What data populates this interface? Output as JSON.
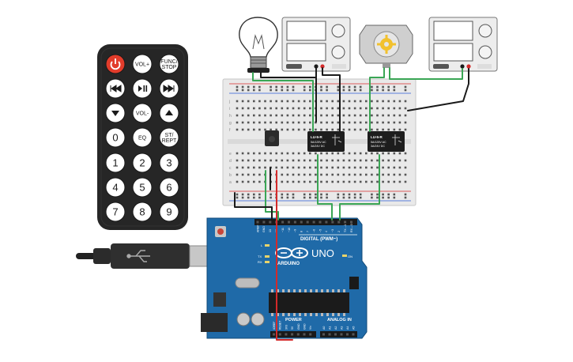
{
  "remote": {
    "buttons": [
      {
        "id": "power",
        "label": "",
        "icon": "power-icon"
      },
      {
        "id": "vol-up",
        "label": "VOL+"
      },
      {
        "id": "func-stop",
        "label": "FUNC/",
        "label2": "STOP"
      },
      {
        "id": "prev",
        "label": "",
        "icon": "skip-back-icon"
      },
      {
        "id": "play-pause",
        "label": "",
        "icon": "play-pause-icon"
      },
      {
        "id": "next",
        "label": "",
        "icon": "skip-forward-icon"
      },
      {
        "id": "down",
        "label": "",
        "icon": "arrow-down-icon"
      },
      {
        "id": "vol-down",
        "label": "VOL-"
      },
      {
        "id": "up",
        "label": "",
        "icon": "arrow-up-icon"
      },
      {
        "id": "zero",
        "label": "0"
      },
      {
        "id": "eq",
        "label": "EQ"
      },
      {
        "id": "st-rept",
        "label": "ST/",
        "label2": "REPT"
      },
      {
        "id": "one",
        "label": "1"
      },
      {
        "id": "two",
        "label": "2"
      },
      {
        "id": "three",
        "label": "3"
      },
      {
        "id": "four",
        "label": "4"
      },
      {
        "id": "five",
        "label": "5"
      },
      {
        "id": "six",
        "label": "6"
      },
      {
        "id": "seven",
        "label": "7"
      },
      {
        "id": "eight",
        "label": "8"
      },
      {
        "id": "nine",
        "label": "9"
      }
    ]
  },
  "relays": [
    {
      "name": "LU-5-R",
      "line1": "5A/125V AC",
      "line2": "3A/24V DC"
    },
    {
      "name": "LU-5-R",
      "line1": "5A/125V AC",
      "line2": "3A/24V DC"
    }
  ],
  "breadboard": {
    "row_letters_top": [
      "j",
      "i",
      "h",
      "g",
      "f"
    ],
    "row_letters_bottom": [
      "e",
      "d",
      "c",
      "b",
      "a"
    ]
  },
  "arduino": {
    "brand": "ARDUINO",
    "model": "UNO",
    "digital_label": "DIGITAL (PWM~)",
    "power_label": "POWER",
    "analog_label": "ANALOG IN",
    "on_label": "ON",
    "l_label": "L",
    "tx_label": "TX",
    "rx_label": "RX",
    "top_pins": [
      "AREF",
      "GND",
      "13",
      "12",
      "~11",
      "~10",
      "~9",
      "8",
      "7",
      "~6",
      "~5",
      "4",
      "~3",
      "2",
      "TX→1",
      "RX←0"
    ],
    "power_pins": [
      "IOREF",
      "RESET",
      "3V3",
      "5V",
      "GND",
      "GND",
      "Vin"
    ],
    "analog_pins": [
      "A0",
      "A1",
      "A2",
      "A3",
      "A4",
      "A5"
    ]
  },
  "colors": {
    "board": "#1f6aa8",
    "board_dark": "#17558a",
    "remote_body": "#262626",
    "power_button": "#e23c2b",
    "wire_green": "#3aa655",
    "wire_red": "#d42a2a",
    "wire_black": "#1a1a1a",
    "breadboard": "#e9e9e9"
  }
}
